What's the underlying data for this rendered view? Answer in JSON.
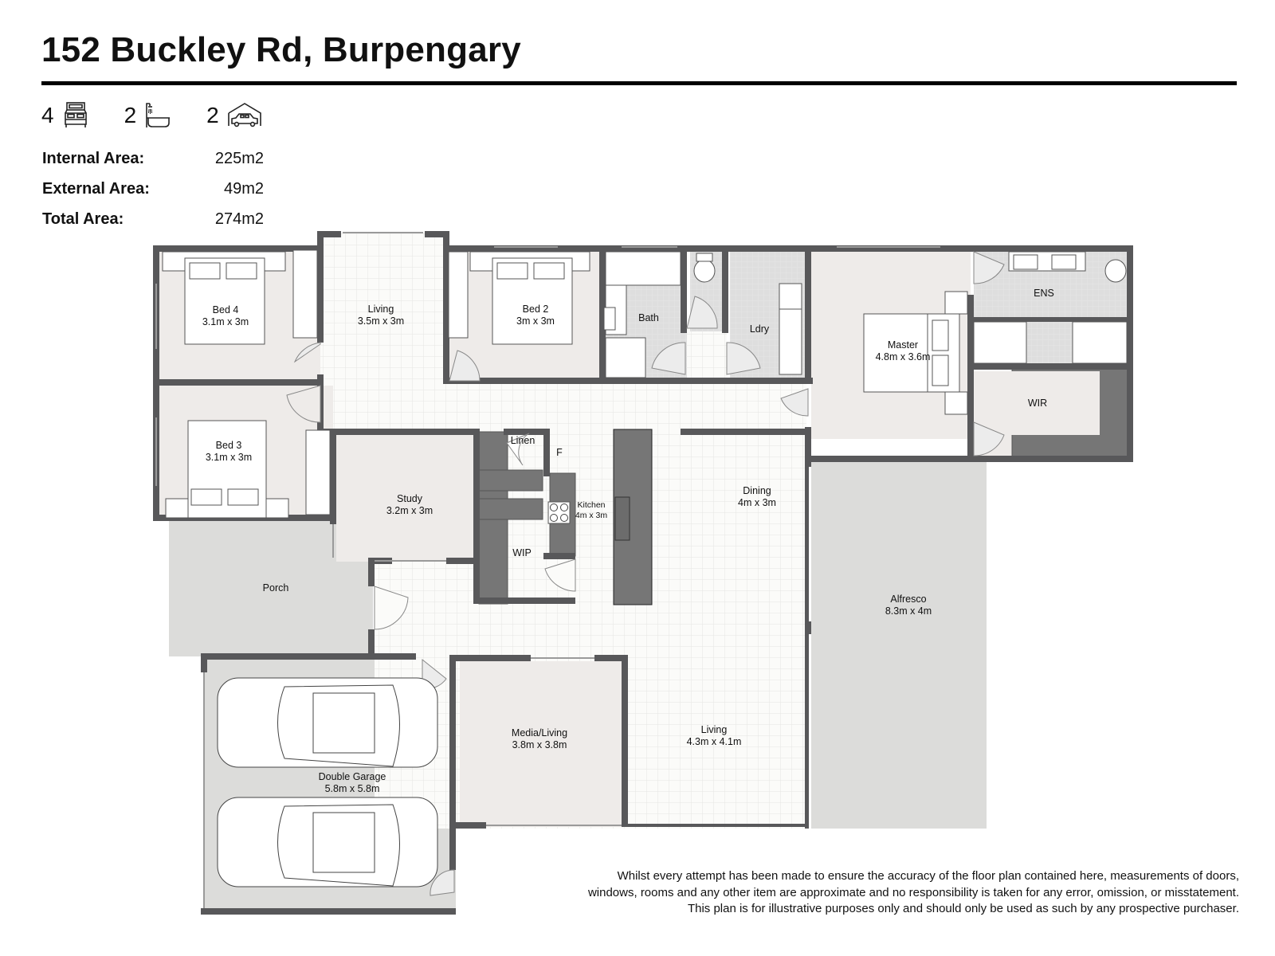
{
  "header": {
    "title": "152 Buckley Rd, Burpengary"
  },
  "features": {
    "bedrooms": {
      "count": "4",
      "icon": "bed-icon"
    },
    "bathrooms": {
      "count": "2",
      "icon": "bath-icon"
    },
    "garage": {
      "count": "2",
      "icon": "garage-car-icon"
    }
  },
  "areas": [
    {
      "label": "Internal Area:",
      "value": "225m2"
    },
    {
      "label": "External Area:",
      "value": "49m2"
    },
    {
      "label": "Total Area:",
      "value": "274m2"
    }
  ],
  "rooms": {
    "bed4": {
      "name": "Bed 4",
      "size": "3.1m x 3m"
    },
    "living_top": {
      "name": "Living",
      "size": "3.5m x 3m"
    },
    "bed2": {
      "name": "Bed 2",
      "size": "3m x 3m"
    },
    "bath": {
      "name": "Bath"
    },
    "ldry": {
      "name": "Ldry"
    },
    "master": {
      "name": "Master",
      "size": "4.8m x 3.6m"
    },
    "ens": {
      "name": "ENS"
    },
    "wir": {
      "name": "WIR"
    },
    "bed3": {
      "name": "Bed 3",
      "size": "3.1m x 3m"
    },
    "linen": {
      "name": "Linen"
    },
    "fridge": {
      "name": "F"
    },
    "kitchen": {
      "name": "Kitchen",
      "size": "4m x 3m"
    },
    "study": {
      "name": "Study",
      "size": "3.2m x 3m"
    },
    "wip": {
      "name": "WIP"
    },
    "dining": {
      "name": "Dining",
      "size": "4m x 3m"
    },
    "porch": {
      "name": "Porch"
    },
    "alfresco": {
      "name": "Alfresco",
      "size": "8.3m x 4m"
    },
    "garage": {
      "name": "Double Garage",
      "size": "5.8m x 5.8m"
    },
    "media": {
      "name": "Media/Living",
      "size": "3.8m x 3.8m"
    },
    "living_main": {
      "name": "Living",
      "size": "4.3m x 4.1m"
    }
  },
  "colors": {
    "wall": "#58585a",
    "room_floor": "#eeebe9",
    "tile_floor": "#fbfbf9",
    "wet_floor": "#dcdcdc",
    "outdoor_floor": "#dcdcda",
    "joinery": "#767676",
    "text": "#111111"
  },
  "disclaimer": {
    "line1": "Whilst every attempt has been made to ensure the accuracy of the floor plan contained here, measurements of doors,",
    "line2": "windows, rooms and any other item are approximate and no responsibility is taken for any error, omission, or misstatement.",
    "line3": "This plan is for illustrative purposes only and should only be used as such by any prospective purchaser."
  }
}
